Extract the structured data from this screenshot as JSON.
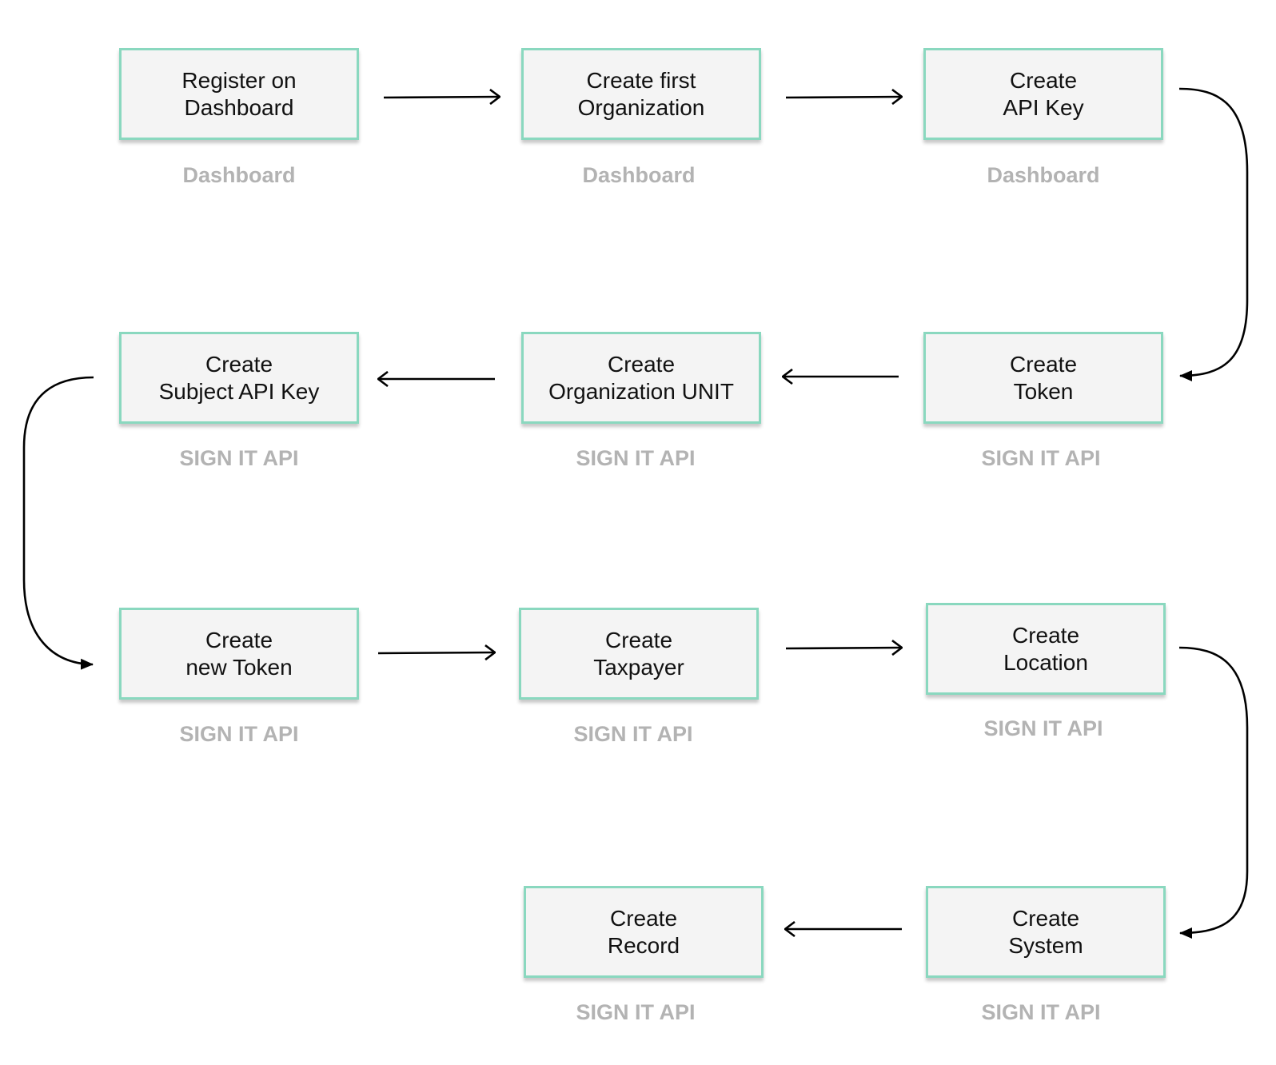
{
  "steps": [
    {
      "id": "register-dashboard",
      "line1": "Register on",
      "line2": "Dashboard",
      "caption": "Dashboard"
    },
    {
      "id": "create-first-organization",
      "line1": "Create first",
      "line2": "Organization",
      "caption": "Dashboard"
    },
    {
      "id": "create-api-key",
      "line1": "Create",
      "line2": "API Key",
      "caption": "Dashboard"
    },
    {
      "id": "create-subject-api-key",
      "line1": "Create",
      "line2": "Subject API Key",
      "caption": "SIGN IT API"
    },
    {
      "id": "create-organization-unit",
      "line1": "Create",
      "line2": "Organization UNIT",
      "caption": "SIGN IT API"
    },
    {
      "id": "create-token",
      "line1": "Create",
      "line2": "Token",
      "caption": "SIGN IT API"
    },
    {
      "id": "create-new-token",
      "line1": "Create",
      "line2": "new Token",
      "caption": "SIGN IT API"
    },
    {
      "id": "create-taxpayer",
      "line1": "Create",
      "line2": "Taxpayer",
      "caption": "SIGN IT API"
    },
    {
      "id": "create-location",
      "line1": "Create",
      "line2": "Location",
      "caption": "SIGN IT API"
    },
    {
      "id": "create-record",
      "line1": "Create",
      "line2": "Record",
      "caption": "SIGN IT API"
    },
    {
      "id": "create-system",
      "line1": "Create",
      "line2": "System",
      "caption": "SIGN IT API"
    }
  ],
  "colors": {
    "box_fill": "#f4f4f4",
    "box_border": "#8ad8bf",
    "caption": "#b3b3b3",
    "arrow": "#000000"
  }
}
